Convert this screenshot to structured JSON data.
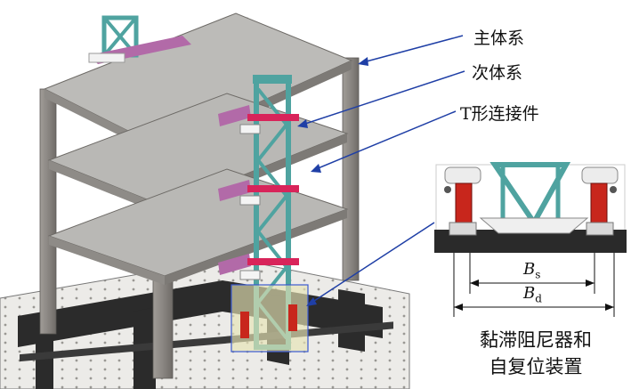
{
  "labels": {
    "primary_system": "主体系",
    "secondary_system": "次体系",
    "t_connector": "T形连接件"
  },
  "caption": {
    "line1": "黏滞阻尼器和",
    "line2": "自复位装置"
  },
  "dimensions": {
    "bs_symbol": "B",
    "bs_sub": "s",
    "bd_symbol": "B",
    "bd_sub": "d"
  },
  "colors": {
    "frame": "#8e8a86",
    "slab": "#b7b6b3",
    "truss": "#4fa3a0",
    "connector": "#b26aa8",
    "damper": "#c8261c",
    "arrow": "#1f3fa6",
    "base": "#2a2a2a"
  }
}
